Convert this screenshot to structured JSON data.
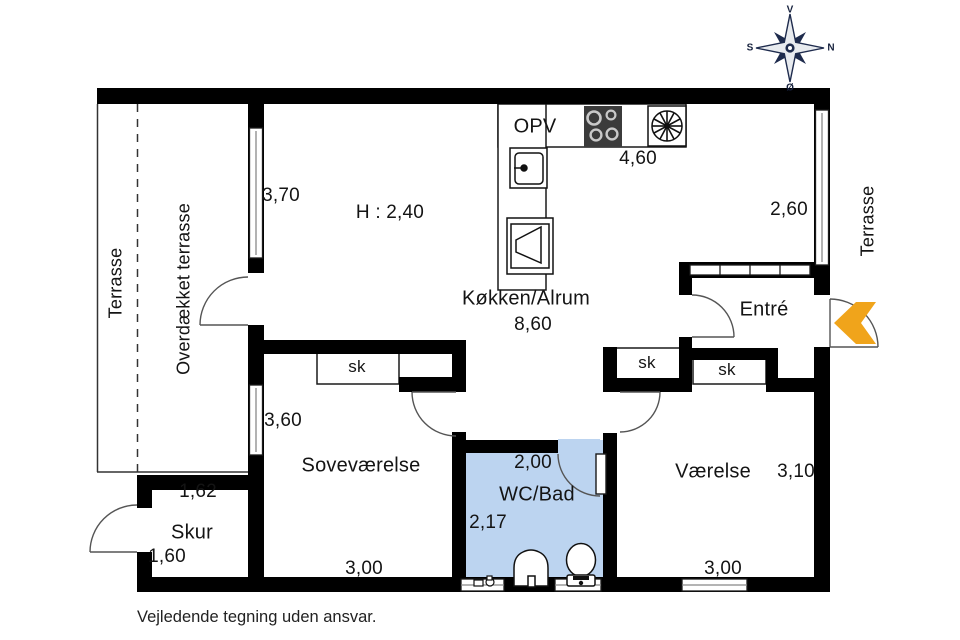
{
  "rooms": {
    "terrasse_left": "Terrasse",
    "overdaekket_terrasse": "Overdækket terrasse",
    "koekken_alrum": "Køkken/Alrum",
    "entre": "Entré",
    "terrasse_right": "Terrasse",
    "sovevaerelse": "Soveværelse",
    "wc_bad": "WC/Bad",
    "vaerelse": "Værelse",
    "skur": "Skur"
  },
  "closets": {
    "bedroom": "sk",
    "hall_left": "sk",
    "hall_right": "sk"
  },
  "kitchen": {
    "dishwasher_label": "OPV"
  },
  "ceiling_height": "H : 2,40",
  "dimensions": {
    "left_window_top": "3,70",
    "kitchen_width": "4,60",
    "kitchen_side": "2,60",
    "alrum_length": "8,60",
    "bedroom_window": "3,60",
    "wc_width": "2,00",
    "wc_depth": "2,17",
    "vaerelse_depth": "3,10",
    "vaerelse_width": "3,00",
    "bedroom_width": "3,00",
    "skur_width": "1,62",
    "skur_depth": "1,60"
  },
  "compass": {
    "top": "V",
    "right": "N",
    "left": "S",
    "bottom": "Ø"
  },
  "footer_note": "Vejledende tegning uden ansvar.",
  "colors": {
    "wall": "#000000",
    "bath_fill": "#bcd4f0",
    "entrance_arrow": "#f0a41b",
    "compass_dark": "#1e2b4d"
  }
}
